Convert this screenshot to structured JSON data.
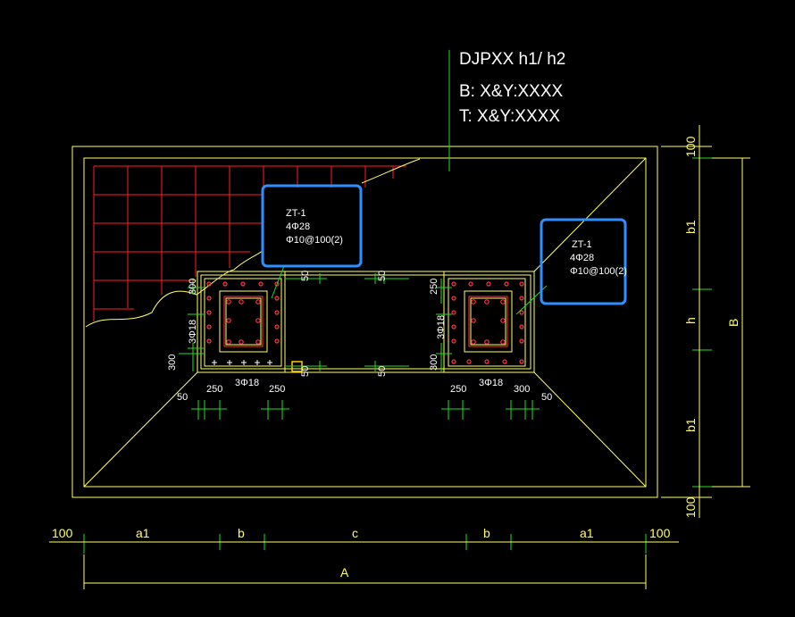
{
  "tag": {
    "name": "DJPXX h1/ h2",
    "bottom": "B: X&Y:XXXX",
    "top": "T: X&Y:XXXX"
  },
  "columns": {
    "left": {
      "id": "ZT-1",
      "bars": "4Φ28",
      "stirrup": "Φ10@100(2)"
    },
    "right": {
      "id": "ZT-1",
      "bars": "4Φ28",
      "stirrup": "Φ10@100(2)"
    }
  },
  "beam": {
    "side_bars_left": "3Φ18",
    "bottom_bars_left": "3Φ18",
    "side_bars_right": "3Φ18",
    "bottom_bars_right": "3Φ18"
  },
  "dims": {
    "d100": "100",
    "d50": "50",
    "d250": "250",
    "d300": "300",
    "a1": "a1",
    "b": "b",
    "c": "c",
    "A": "A",
    "b1": "b1",
    "h": "h",
    "B": "B"
  },
  "colors": {
    "outline": "#ffff66",
    "rebar_grid": "#ff2020",
    "dimension": "#ffff66",
    "leader": "#22dd22",
    "callout": "#2f8fff",
    "bar_dot": "#ff3344"
  }
}
